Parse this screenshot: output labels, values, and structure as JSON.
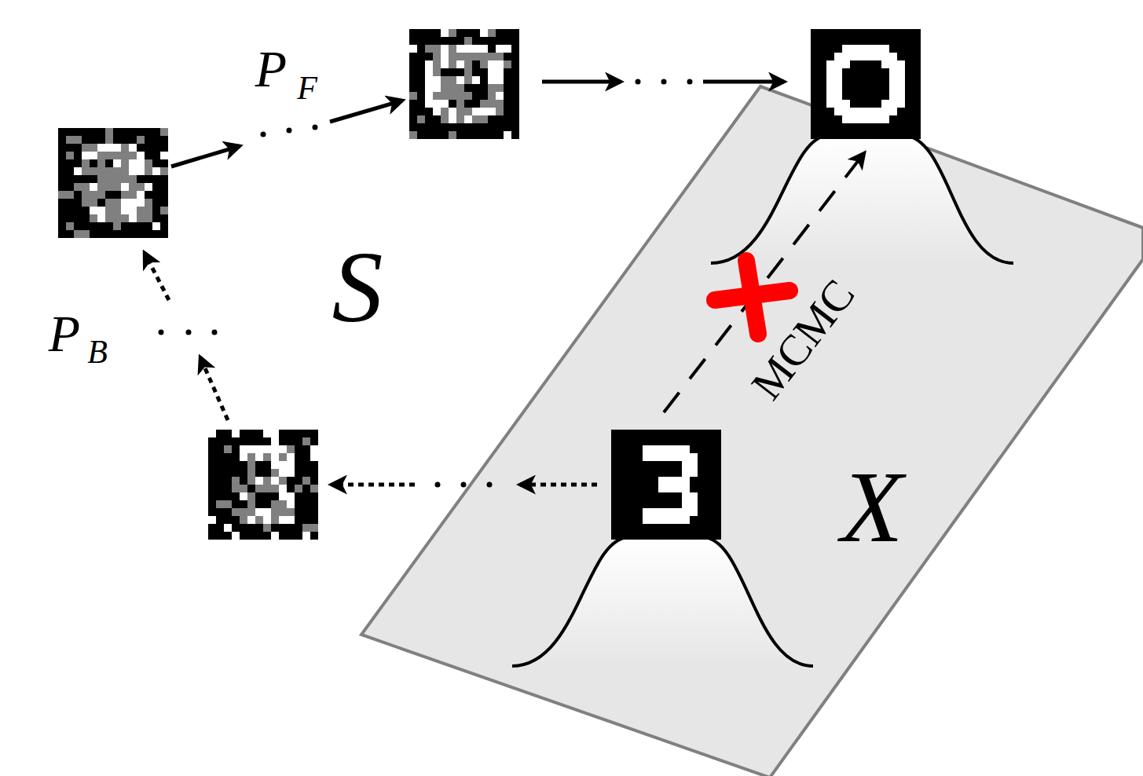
{
  "diagram": {
    "labels": [
      "P",
      "F",
      "S",
      "P",
      "B",
      "MCMC",
      "X"
    ]
  }
}
